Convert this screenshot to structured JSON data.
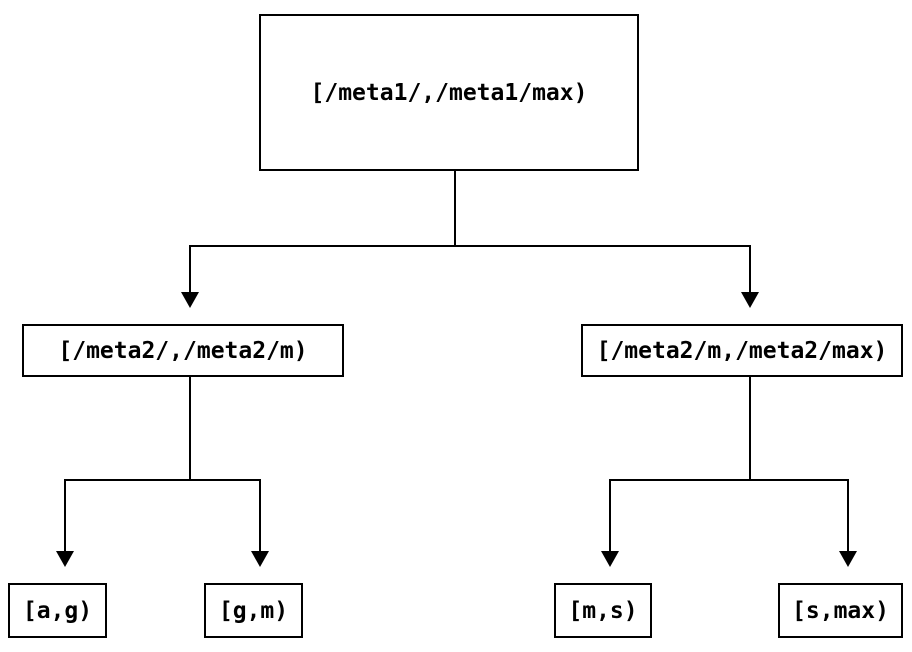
{
  "diagram": {
    "background_color": "#ffffff",
    "line_color": "#000000",
    "text_color": "#000000",
    "nodes": {
      "root": {
        "label": "[/meta1/,/meta1/max)"
      },
      "meta2_left": {
        "label": "[/meta2/,/meta2/m)"
      },
      "meta2_right": {
        "label": "[/meta2/m,/meta2/max)"
      },
      "leaf_ag": {
        "label": "[a,g)"
      },
      "leaf_gm": {
        "label": "[g,m)"
      },
      "leaf_ms": {
        "label": "[m,s)"
      },
      "leaf_smax": {
        "label": "[s,max)"
      }
    },
    "edges": [
      {
        "from": "root",
        "to": "meta2_left"
      },
      {
        "from": "root",
        "to": "meta2_right"
      },
      {
        "from": "meta2_left",
        "to": "leaf_ag"
      },
      {
        "from": "meta2_left",
        "to": "leaf_gm"
      },
      {
        "from": "meta2_right",
        "to": "leaf_ms"
      },
      {
        "from": "meta2_right",
        "to": "leaf_smax"
      }
    ]
  }
}
